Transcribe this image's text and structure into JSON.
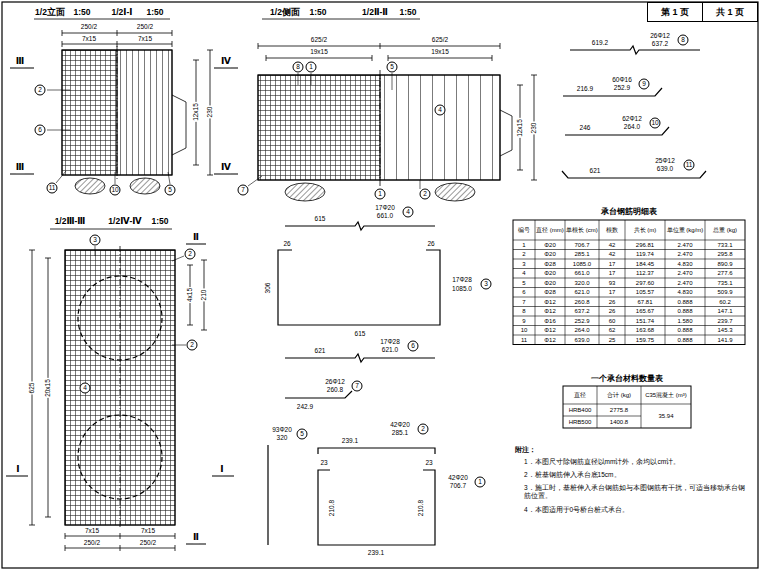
{
  "diagram": {
    "nodes": [
      {
        "text": [
          "第 1 页"
        ]
      },
      {
        "text": [
          "共 1 页"
        ]
      }
    ],
    "labels": [
      "1/2立面",
      "1:50",
      "1/2Ⅰ-Ⅰ",
      "1:50",
      "1/2侧面",
      "1:50",
      "1/2Ⅱ-Ⅱ",
      "1:50",
      "1/2Ⅲ-Ⅲ",
      "1/2Ⅳ-Ⅳ",
      "1:50",
      "250/2",
      "250/2",
      "7x15",
      "7x15",
      "12x15",
      "230",
      "Ⅲ",
      "Ⅲ",
      "Ⅳ",
      "Ⅳ",
      "11",
      "10",
      "5",
      "2",
      "6",
      "625/2",
      "625/2",
      "19x15",
      "19x15",
      "12x15",
      "230",
      "8",
      "1",
      "5",
      "4",
      "7",
      "1",
      "2",
      "625",
      "20x15",
      "7x15",
      "7x15",
      "250/2",
      "250/2",
      "4x15",
      "210",
      "2",
      "2",
      "3",
      "4",
      "Ⅱ",
      "Ⅱ",
      "Ⅰ",
      "Ⅰ",
      "17Φ20",
      "661.0",
      "4",
      "615",
      "26",
      "26",
      "306",
      "615",
      "17Φ28",
      "1085.0",
      "3",
      "621",
      "17Φ28",
      "621.0",
      "6",
      "26Φ12",
      "260.8",
      "7",
      "242.9",
      "93Φ20",
      "320",
      "5",
      "42Φ20",
      "285.1",
      "2",
      "239.1",
      "23",
      "23",
      "210.8",
      "210.8",
      "239.1",
      "42Φ20",
      "706.7",
      "1",
      "619.2",
      "26Φ12",
      "637.2",
      "8",
      "216.9",
      "60Φ16",
      "252.9",
      "9",
      "246",
      "62Φ12",
      "264.0",
      "10",
      "621",
      "25Φ12",
      "639.0",
      "11",
      "承台钢筋明细表",
      "编号",
      "直径 (mm)",
      "单根长 (cm)",
      "根数",
      "共长 (m)",
      "单位重 (kg/m)",
      "总重 (kg)",
      "1",
      "Φ20",
      "706.7",
      "42",
      "296.81",
      "2.470",
      "733.1",
      "2",
      "Φ20",
      "285.1",
      "42",
      "119.74",
      "2.470",
      "295.8",
      "3",
      "Φ28",
      "1085.0",
      "17",
      "184.45",
      "4.830",
      "890.9",
      "4",
      "Φ20",
      "661.0",
      "17",
      "112.37",
      "2.470",
      "277.6",
      "5",
      "Φ20",
      "320.0",
      "93",
      "297.60",
      "2.470",
      "735.1",
      "6",
      "Φ28",
      "621.0",
      "17",
      "105.57",
      "4.830",
      "509.9",
      "7",
      "Φ12",
      "260.8",
      "26",
      "67.81",
      "0.888",
      "60.2",
      "8",
      "Φ12",
      "637.2",
      "26",
      "165.67",
      "0.888",
      "147.1",
      "9",
      "Φ16",
      "252.9",
      "60",
      "151.74",
      "1.580",
      "239.7",
      "10",
      "Φ12",
      "264.0",
      "62",
      "163.68",
      "0.888",
      "145.3",
      "11",
      "Φ12",
      "639.0",
      "25",
      "159.75",
      "0.888",
      "141.9",
      "一个承台材料数量表",
      "直径",
      "合计 (kg)",
      "C35混凝土 (m³)",
      "HRB400",
      "2775.8",
      "HRB500",
      "1400.8",
      "35.94",
      "附注：",
      "1．本图尺寸除钢筋直径以mm计外，余均以cm计。",
      "2．桩基钢筋伸入承台底15cm。",
      "3．施工时，基桩伸入承台钢筋如与本图钢筋有干扰，可适当移动承台钢筋位置。",
      "4．本图适用于0号桥台桩式承台。"
    ]
  }
}
